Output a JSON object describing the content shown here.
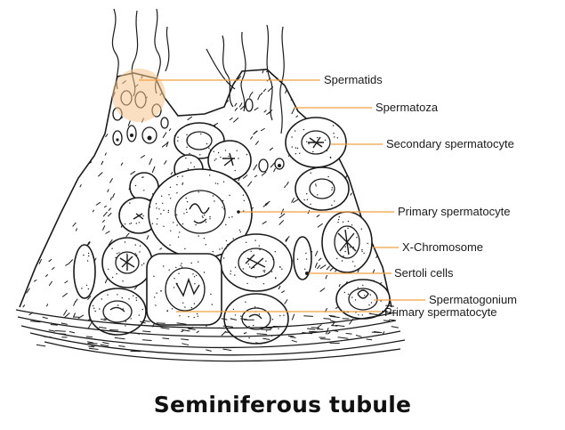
{
  "title": "Seminiferous tubule",
  "colors": {
    "leader_line": "#f0a040",
    "highlight": "#f6c48c",
    "ink": "#1a1a1a"
  },
  "labels": {
    "spermatids": "Spermatids",
    "spermatozoa": "Spermatoza",
    "secondary_spermatocyte": "Secondary spermatocyte",
    "primary_spermatocyte": "Primary spermatocyte",
    "x_chromosome": "X-Chromosome",
    "sertoli_cells": "Sertoli cells",
    "spermatogonium": "Spermatogonium",
    "primary_spermatocyte_2": "Primary spermatocyte"
  }
}
